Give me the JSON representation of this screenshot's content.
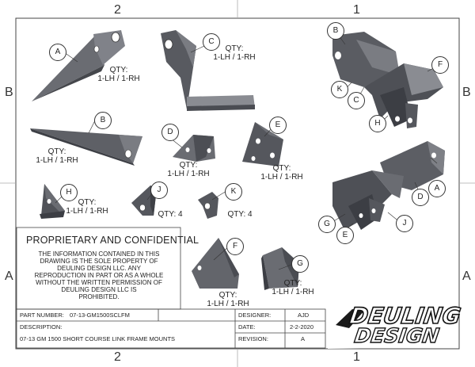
{
  "zones": {
    "top": [
      "2",
      "1"
    ],
    "bottom": [
      "2",
      "1"
    ],
    "left": [
      "B",
      "A"
    ],
    "right": [
      "B",
      "A"
    ]
  },
  "callouts": {
    "A": "A",
    "B": "B",
    "C": "C",
    "D": "D",
    "E": "E",
    "F": "F",
    "G": "G",
    "H": "H",
    "J": "J",
    "K": "K"
  },
  "quantities": {
    "A": {
      "label": "QTY:",
      "value": "1-LH / 1-RH"
    },
    "B": {
      "label": "QTY:",
      "value": "1-LH / 1-RH"
    },
    "C": {
      "label": "QTY:",
      "value": "1-LH / 1-RH"
    },
    "D": {
      "label": "QTY:",
      "value": "1-LH / 1-RH"
    },
    "E": {
      "label": "QTY:",
      "value": "1-LH / 1-RH"
    },
    "F": {
      "label": "QTY:",
      "value": "1-LH / 1-RH"
    },
    "G": {
      "label": "QTY:",
      "value": "1-LH / 1-RH"
    },
    "H": {
      "label": "QTY:",
      "value": "1-LH / 1-RH"
    },
    "J": {
      "text": "QTY: 4"
    },
    "K": {
      "text": "QTY: 4"
    }
  },
  "notice": {
    "title": "PROPRIETARY AND CONFIDENTIAL",
    "lines": [
      "THE INFORMATION CONTAINED IN THIS",
      "DRAWING IS THE SOLE PROPERTY OF",
      "DEULING DESIGN LLC.  ANY",
      "REPRODUCTION IN PART OR AS A WHOLE",
      "WITHOUT THE WRITTEN PERMISSION OF",
      "DEULING DESIGN LLC IS",
      "PROHIBITED."
    ]
  },
  "title_block": {
    "part_number_label": "PART NUMBER:",
    "part_number": "07-13-GM1500SCLFM",
    "description_label": "DESCRIPTION:",
    "description": "07-13 GM 1500 SHORT COURSE LINK FRAME MOUNTS",
    "designer_label": "DESIGNER:",
    "designer": "AJD",
    "date_label": "DATE:",
    "date": "2-2-2020",
    "revision_label": "REVISION:",
    "revision": "A"
  },
  "logo": {
    "line1": "DEULING",
    "line2": "DESIGN"
  }
}
